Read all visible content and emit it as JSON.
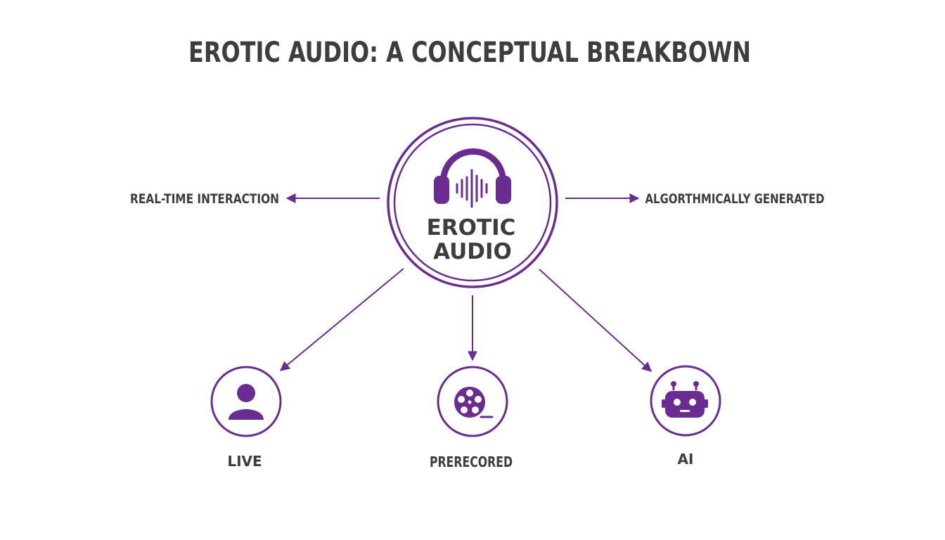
{
  "title": "EROTIC AUDIO: A CONCEPTUAL BREAKBOWN",
  "center": {
    "line1": "EROTIC",
    "line2": "AUDIO",
    "icon": "headphones-soundwave-icon"
  },
  "side_labels": {
    "left": "REAL-TIME INTERACTION",
    "right": "ALGORTHMICALLY GENERATED"
  },
  "nodes": [
    {
      "label": "LIVE",
      "icon": "person-icon"
    },
    {
      "label": "PRERECORED",
      "icon": "film-reel-icon"
    },
    {
      "label": "AI",
      "icon": "robot-icon"
    }
  ],
  "colors": {
    "accent": "#6b2c91",
    "text": "#3d3d3d",
    "background": "#ffffff"
  }
}
